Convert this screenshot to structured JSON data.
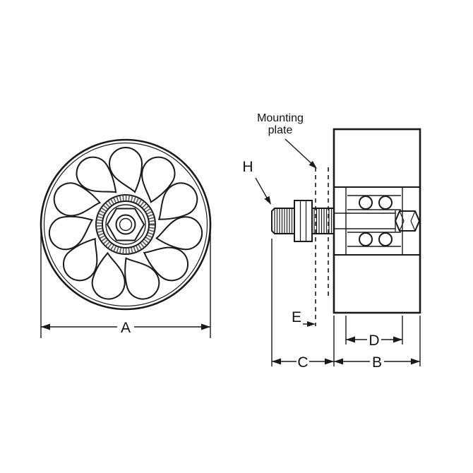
{
  "labels": {
    "mounting_plate_line1": "Mounting",
    "mounting_plate_line2": "plate",
    "dim_a": "A",
    "dim_b": "B",
    "dim_c": "C",
    "dim_d": "D",
    "dim_e": "E",
    "dim_h": "H"
  },
  "colors": {
    "line": "#1a1a1a",
    "background": "#ffffff",
    "knurl_ring": "#555555"
  }
}
